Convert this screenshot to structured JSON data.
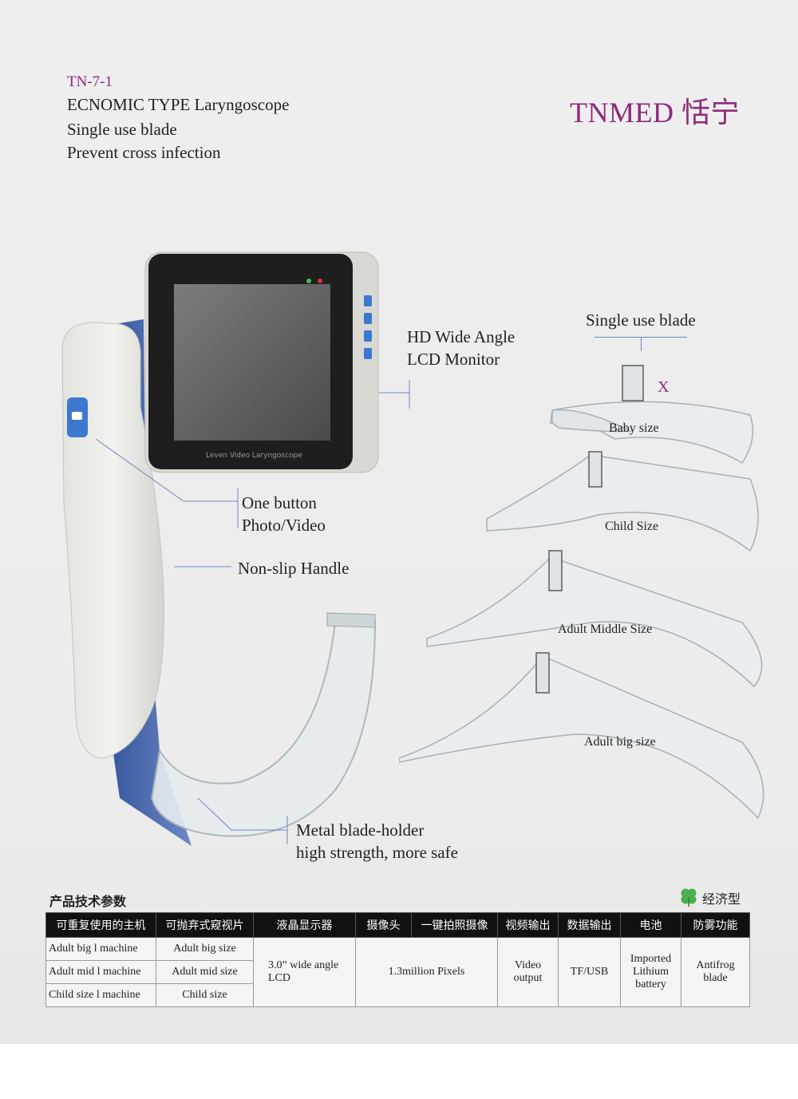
{
  "header": {
    "model": "TN-7-1",
    "line1": "ECNOMIC TYPE Laryngoscope",
    "line2": "Single use blade",
    "line3": "Prevent cross infection",
    "brand": "TNMED 恬宁"
  },
  "device": {
    "screen_caption": "Leven Video Laryngoscope",
    "callouts": {
      "monitor_1": "HD Wide Angle",
      "monitor_2": "LCD Monitor",
      "button_1": "One button",
      "button_2": "Photo/Video",
      "handle": "Non-slip Handle",
      "holder_1": "Metal blade-holder",
      "holder_2": "high strength, more safe"
    }
  },
  "blades": {
    "title": "Single use blade",
    "mark": "X",
    "items": [
      "Baby size",
      "Child Size",
      "Adult Middle Size",
      "Adult big size"
    ]
  },
  "spec": {
    "section_title": "产品技术参数",
    "badge": "经济型",
    "headers": [
      "可重复使用的主机",
      "可抛弃式窥视片",
      "液晶显示器",
      "摄像头",
      "一键拍照摄像",
      "视频输出",
      "数据输出",
      "电池",
      "防雾功能"
    ],
    "machines": [
      "Adult big l machine",
      "Adult mid l machine",
      "Child size l machine"
    ],
    "blade_sizes": [
      "Adult big size",
      "Adult mid size",
      "Child size"
    ],
    "lcd": "3.0” wide angle LCD",
    "camera": "1.3million Pixels",
    "video": "Video output",
    "data": "TF/USB",
    "battery": "Imported Lithium battery",
    "antifog": "Antifrog blade"
  },
  "colors": {
    "accent": "#8e2a7a",
    "callout_line": "#6f86c2",
    "handle_blue": "#3f5fa6"
  }
}
